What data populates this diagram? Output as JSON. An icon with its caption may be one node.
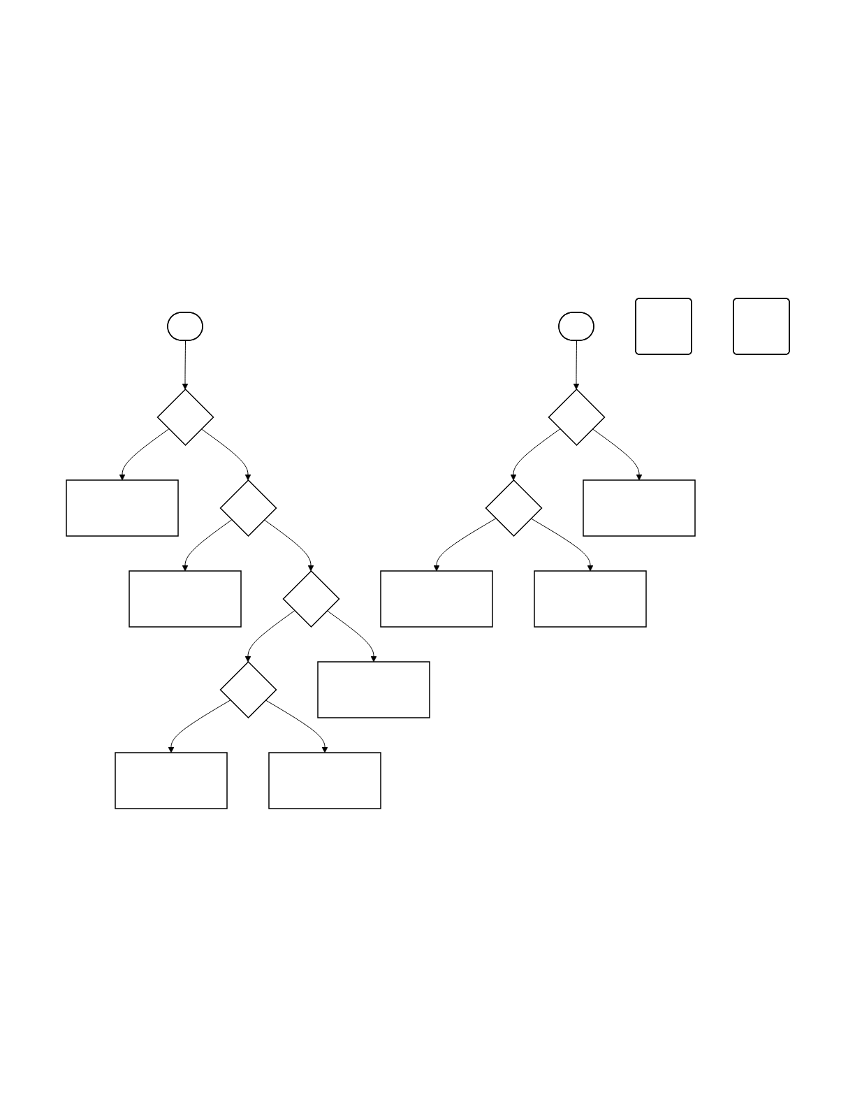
{
  "diagram": {
    "nodes": [
      {
        "text": [],
        "shape": "stadium"
      },
      {
        "text": [],
        "shape": "diamond"
      },
      {
        "text": [],
        "shape": "box"
      },
      {
        "text": [],
        "shape": "diamond"
      },
      {
        "text": [],
        "shape": "box"
      },
      {
        "text": [],
        "shape": "diamond"
      },
      {
        "text": [],
        "shape": "diamond"
      },
      {
        "text": [],
        "shape": "box"
      },
      {
        "text": [],
        "shape": "box"
      },
      {
        "text": [],
        "shape": "box"
      },
      {
        "text": [],
        "shape": "stadium"
      },
      {
        "text": [],
        "shape": "diamond"
      },
      {
        "text": [],
        "shape": "box"
      },
      {
        "text": [],
        "shape": "diamond"
      },
      {
        "text": [],
        "shape": "rounded"
      },
      {
        "text": [],
        "shape": "rounded"
      },
      {
        "text": [],
        "shape": "box"
      },
      {
        "text": [],
        "shape": "box"
      }
    ],
    "edges": [
      {
        "from": 0,
        "to": 1,
        "arrow": "to"
      },
      {
        "from": 1,
        "to": 2,
        "arrow": "to"
      },
      {
        "from": 1,
        "to": 3,
        "arrow": "to"
      },
      {
        "from": 3,
        "to": 4,
        "arrow": "to"
      },
      {
        "from": 3,
        "to": 5,
        "arrow": "to"
      },
      {
        "from": 5,
        "to": 6,
        "arrow": "to"
      },
      {
        "from": 6,
        "to": 7,
        "arrow": "to"
      },
      {
        "from": 5,
        "to": 8,
        "arrow": "to"
      },
      {
        "from": 6,
        "to": 9,
        "arrow": "to"
      },
      {
        "from": 10,
        "to": 13,
        "arrow": "to"
      },
      {
        "from": 13,
        "to": 11,
        "arrow": "to"
      },
      {
        "from": 13,
        "to": 16,
        "arrow": "to"
      },
      {
        "from": 11,
        "to": 12,
        "arrow": "to"
      },
      {
        "from": 11,
        "to": 17,
        "arrow": "to"
      }
    ]
  }
}
